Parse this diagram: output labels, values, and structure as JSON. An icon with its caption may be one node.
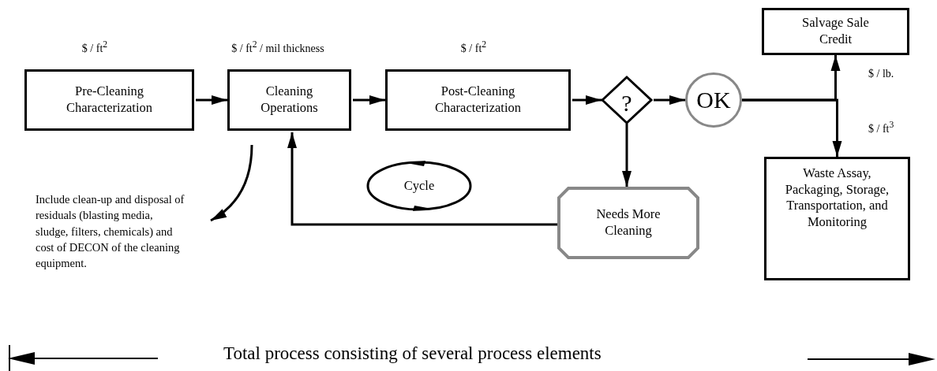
{
  "diagram": {
    "nodes": [
      {
        "text": [
          "Pre-Cleaning Characterization"
        ],
        "beside": [
          "$ / ft$^{2}$"
        ]
      },
      {
        "text": [
          "Cleaning Operations"
        ],
        "beside": [
          "$ / ft$^{2}$ / mil thickness"
        ]
      },
      {
        "text": [
          "Post-Cleaning Characterization"
        ],
        "beside": [
          "$ / ft$^{2}$"
        ]
      },
      {
        "text": [
          "?"
        ]
      },
      {
        "text": [
          "OK"
        ]
      },
      {
        "text": [
          "Salvage Sale Credit"
        ]
      },
      {
        "text": [
          "Waste Assay, Packaging, Storage, Transportation, and Monitoring"
        ]
      },
      {
        "text": [
          "Needs More Cleaning"
        ]
      },
      {
        "text": [
          "Cycle"
        ]
      },
      {
        "text": [
          "Include clean-up and disposal of residuals (blasting media, sludge, filters, chemicals) and cost of DECON of the cleaning equipment."
        ]
      }
    ],
    "edges": [
      {
        "from": 0,
        "to": 1,
        "arrow": "to"
      },
      {
        "from": 1,
        "to": 2,
        "arrow": "to"
      },
      {
        "from": 2,
        "to": 3,
        "arrow": "to"
      },
      {
        "from": 3,
        "to": 4,
        "arrow": "to"
      },
      {
        "from": 4,
        "to": 5,
        "arrow": "to",
        "label": "$ / lb."
      },
      {
        "from": 4,
        "to": 6,
        "arrow": "to",
        "label": "$ / ft$^{3}$"
      },
      {
        "from": 3,
        "to": 7,
        "arrow": "to"
      },
      {
        "from": 7,
        "to": 1,
        "arrow": "to"
      },
      {
        "from": 1,
        "to": 9,
        "arrow": "to"
      }
    ],
    "labels": [
      "Total process consisting of several process elements"
    ]
  }
}
